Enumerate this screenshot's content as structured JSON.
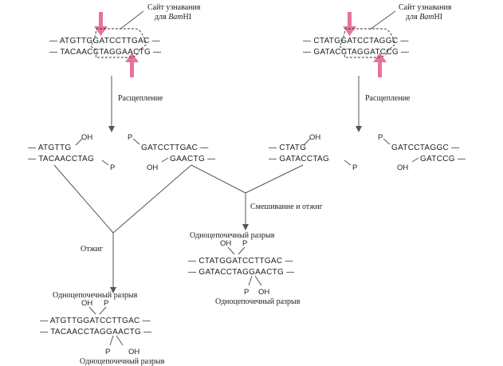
{
  "site_label_line1": "Сайт узнавания",
  "site_label_line2_prefix": "для ",
  "site_label_enzyme_italic": "Bam",
  "site_label_enzyme_suffix": "HI",
  "cleavage_label": "Расщепление",
  "anneal_label": "Отжиг",
  "mix_anneal_label": "Смешивание и отжиг",
  "nick_label": "Одноцепочечный разрыв",
  "end_oh": "OH",
  "end_p": "P",
  "left_dna": {
    "top": "— ATGTTGGATCCTTGAC —",
    "bottom": "— TACAACCTAGGAACTG —"
  },
  "right_dna": {
    "top": "— CTATGGATCCTAGGC —",
    "bottom": "— GATACCTAGGATCCG —"
  },
  "left_frag_a": {
    "top": "— ATGTTG",
    "bottom": "— TACAACCTAG"
  },
  "left_frag_b": {
    "top": "GATCCTTGAC —",
    "bottom": "GAACTG —"
  },
  "right_frag_a": {
    "top": "— CTATG",
    "bottom": "— GATACCTAG"
  },
  "right_frag_b": {
    "top": "GATCCTAGGC —",
    "bottom": "GATCCG —"
  },
  "product_left": {
    "top": "— ATGTTGGATCCTTGAC —",
    "bottom": "— TACAACCTAGGAACTG —"
  },
  "product_mix": {
    "top": "— CTATGGATCCTTGAC —",
    "bottom": "— GATACCTAGGAACTG —"
  },
  "colors": {
    "arrow": "#e8739a",
    "line": "#555555",
    "text": "#222222"
  }
}
